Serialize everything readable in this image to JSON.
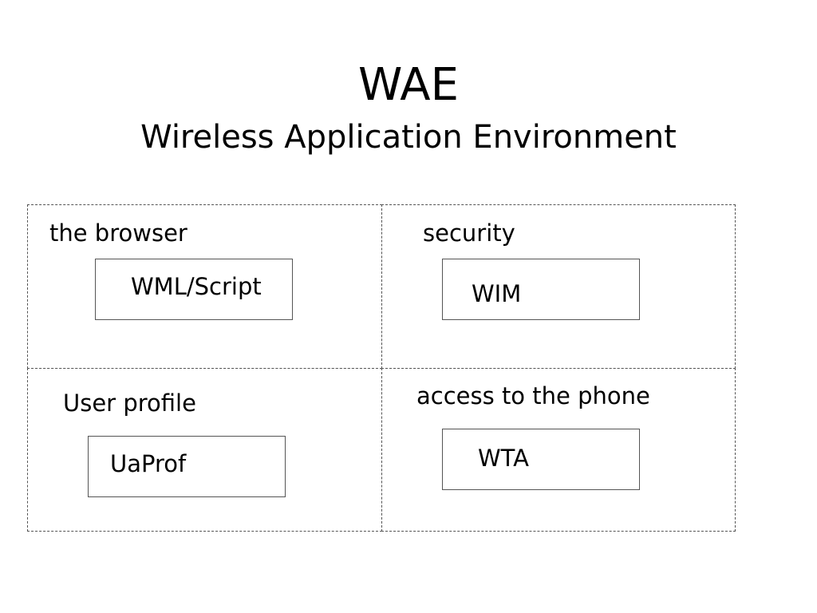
{
  "title": "WAE",
  "subtitle": "Wireless Application Environment",
  "quadrants": {
    "browser": {
      "label": "the browser",
      "box": "WML/Script"
    },
    "security": {
      "label": "security",
      "box": "WIM"
    },
    "user_profile": {
      "label": "User profile",
      "box": "UaProf"
    },
    "phone_access": {
      "label": "access to the phone",
      "box": "WTA"
    }
  },
  "colors": {
    "background": "#ffffff",
    "text": "#000000",
    "border": "#555555"
  }
}
